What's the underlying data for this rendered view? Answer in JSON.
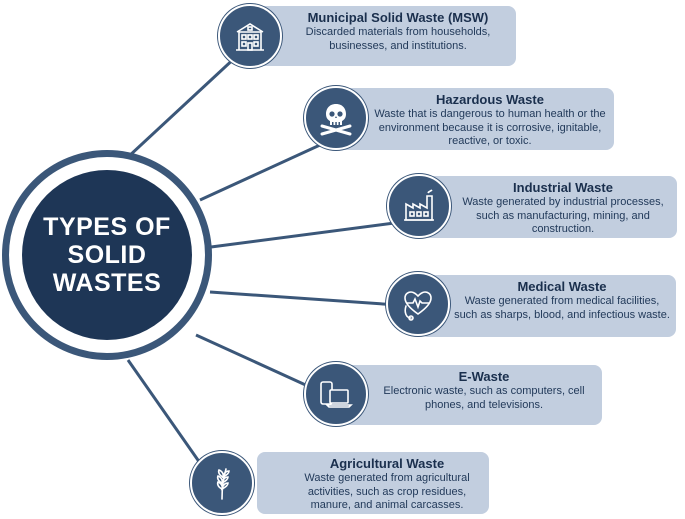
{
  "main_title": "TYPES OF\nSOLID\nWASTES",
  "colors": {
    "circle_dark": "#1e3656",
    "icon_bg": "#3b5779",
    "box_bg": "#c2cedf",
    "line": "#3b5779"
  },
  "types": [
    {
      "icon": "building-icon",
      "title": "Municipal Solid Waste (MSW)",
      "desc": "Discarded materials from households, businesses, and institutions."
    },
    {
      "icon": "skull-crossbones-icon",
      "title": "Hazardous Waste",
      "desc": "Waste that is dangerous to human health or the environment because it is corrosive, ignitable, reactive, or toxic."
    },
    {
      "icon": "factory-icon",
      "title": "Industrial Waste",
      "desc": "Waste generated by industrial processes, such as manufacturing, mining, and construction."
    },
    {
      "icon": "stethoscope-heart-icon",
      "title": "Medical Waste",
      "desc": "Waste generated from medical facilities, such as sharps, blood, and infectious waste."
    },
    {
      "icon": "devices-icon",
      "title": "E-Waste",
      "desc": "Electronic waste, such as computers, cell phones, and televisions."
    },
    {
      "icon": "wheat-icon",
      "title": "Agricultural Waste",
      "desc": "Waste generated from agricultural activities, such as crop residues, manure, and animal carcasses."
    }
  ]
}
